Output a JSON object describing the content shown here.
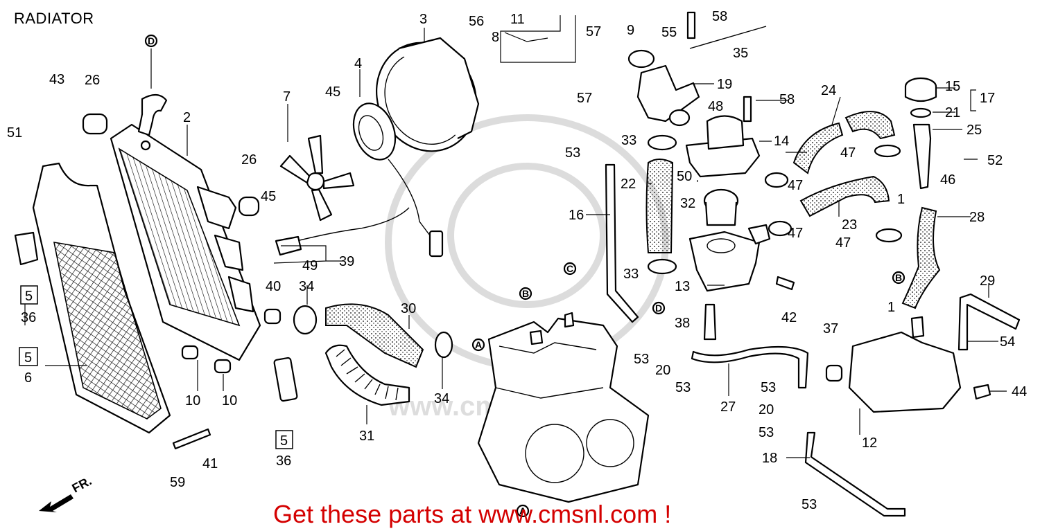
{
  "page": {
    "title": "RADIATOR"
  },
  "footer": {
    "cta": "Get these parts at www.cmsnl.com !",
    "cta_color": "#d40000"
  },
  "direction_marker": {
    "label": "FR.",
    "icon": "front-direction-arrow-icon"
  },
  "watermark": {
    "text": "www.cmsnl.com"
  },
  "callouts": {
    "c2": "2",
    "c3": "3",
    "c4": "4",
    "c6": "6",
    "c7": "7",
    "c8": "8",
    "c9": "9",
    "c10a": "10",
    "c10b": "10",
    "c11": "11",
    "c12": "12",
    "c13": "13",
    "c14": "14",
    "c15": "15",
    "c16": "16",
    "c17": "17",
    "c18": "18",
    "c19": "19",
    "c20a": "20",
    "c20b": "20",
    "c21": "21",
    "c22": "22",
    "c23": "23",
    "c24": "24",
    "c25": "25",
    "c26a": "26",
    "c26b": "26",
    "c27": "27",
    "c28": "28",
    "c29": "29",
    "c30": "30",
    "c31": "31",
    "c32": "32",
    "c33a": "33",
    "c33b": "33",
    "c34a": "34",
    "c34b": "34",
    "c35": "35",
    "c36a": "36",
    "c36b": "36",
    "c37": "37",
    "c38": "38",
    "c39": "39",
    "c40": "40",
    "c41": "41",
    "c42": "42",
    "c43": "43",
    "c44": "44",
    "c45a": "45",
    "c45b": "45",
    "c46": "46",
    "c47a": "47",
    "c47b": "47",
    "c47c": "47",
    "c47d": "47",
    "c48": "48",
    "c49": "49",
    "c50": "50",
    "c51": "51",
    "c52": "52",
    "c53a": "53",
    "c53b": "53",
    "c53c": "53",
    "c53d": "53",
    "c53e": "53",
    "c53f": "53",
    "c54": "54",
    "c55": "55",
    "c56": "56",
    "c57a": "57",
    "c57b": "57",
    "c58a": "58",
    "c58b": "58",
    "c59": "59",
    "c1a": "1",
    "c1b": "1",
    "b5a": "5",
    "b5b": "5",
    "b5c": "5"
  },
  "connectors": {
    "A": "A",
    "B": "B",
    "C": "C",
    "D": "D"
  }
}
